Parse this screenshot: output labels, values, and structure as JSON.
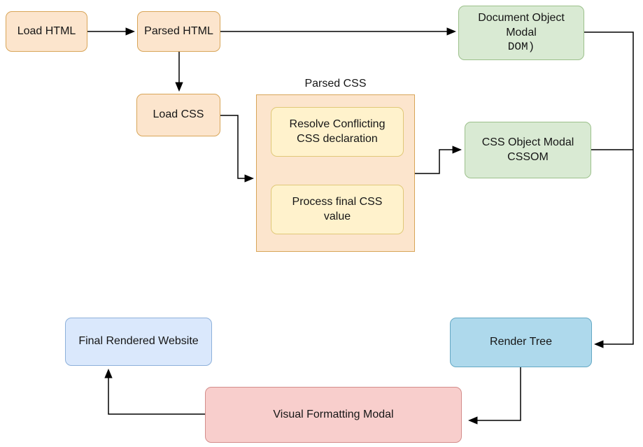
{
  "diagram": {
    "nodes": {
      "load_html": {
        "label": "Load HTML"
      },
      "parsed_html": {
        "label": "Parsed HTML"
      },
      "dom": {
        "label": "Document Object\nModal",
        "code_label": "DOM)"
      },
      "load_css": {
        "label": "Load CSS"
      },
      "parsed_css_group": {
        "title": "Parsed CSS"
      },
      "resolve_conflicting": {
        "label": "Resolve Conflicting\nCSS declaration"
      },
      "process_final": {
        "label": "Process final CSS\nvalue"
      },
      "cssom": {
        "label": "CSS Object Modal\nCSSOM"
      },
      "final_rendered": {
        "label": "Final Rendered Website"
      },
      "render_tree": {
        "label": "Render Tree"
      },
      "visual_formatting": {
        "label": "Visual Formatting Modal"
      }
    },
    "edges": [
      {
        "from": "load-html",
        "to": "parsed-html"
      },
      {
        "from": "parsed-html",
        "to": "document-object-modal"
      },
      {
        "from": "parsed-html",
        "to": "load-css"
      },
      {
        "from": "load-css",
        "to": "parsed-css-group"
      },
      {
        "from": "parsed-css-group",
        "to": "css-object-modal"
      },
      {
        "from": "document-object-modal",
        "to": "render-tree"
      },
      {
        "from": "css-object-modal",
        "to": "render-tree"
      },
      {
        "from": "render-tree",
        "to": "visual-formatting-modal"
      },
      {
        "from": "visual-formatting-modal",
        "to": "final-rendered-website"
      }
    ],
    "colors": {
      "orange": {
        "fill": "#FCE5CD",
        "stroke": "#D8A558"
      },
      "yellow": {
        "fill": "#FFF2CC",
        "stroke": "#E0C878"
      },
      "green": {
        "fill": "#D9EAD3",
        "stroke": "#9CC08B"
      },
      "blue": {
        "fill": "#DAE8FC",
        "stroke": "#8DB0DA"
      },
      "cyan": {
        "fill": "#AED9EC",
        "stroke": "#64A8C4"
      },
      "pink": {
        "fill": "#F8CECC",
        "stroke": "#D38D8B"
      },
      "wire": {
        "fill": "#000000",
        "stroke": "#000000"
      }
    }
  }
}
